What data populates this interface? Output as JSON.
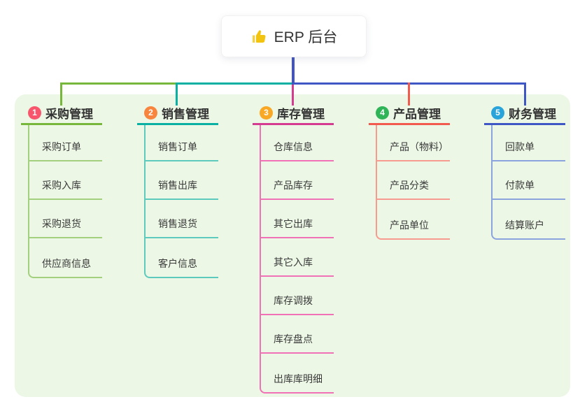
{
  "root": {
    "icon": "thumbs-up",
    "icon_color": "#f2c40f",
    "label": "ERP 后台",
    "line_color": "#4254c5"
  },
  "panel": {
    "bg": "#ecf7e5"
  },
  "branches": [
    {
      "num": "1",
      "label": "采购管理",
      "badge_color": "#f8566c",
      "line_color": "#76b73c",
      "sub_line_color": "#a2d07e",
      "items": [
        "采购订单",
        "采购入库",
        "采购退货",
        "供应商信息"
      ]
    },
    {
      "num": "2",
      "label": "销售管理",
      "badge_color": "#f8853e",
      "line_color": "#0ab0a2",
      "sub_line_color": "#5ec9bd",
      "items": [
        "销售订单",
        "销售出库",
        "销售退货",
        "客户信息"
      ]
    },
    {
      "num": "3",
      "label": "库存管理",
      "badge_color": "#f9a825",
      "line_color": "#d63b92",
      "sub_line_color": "#f071b5",
      "items": [
        "仓库信息",
        "产品库存",
        "其它出库",
        "其它入库",
        "库存调拨",
        "库存盘点",
        "出库库明细"
      ]
    },
    {
      "num": "4",
      "label": "产品管理",
      "badge_color": "#2fb457",
      "line_color": "#f15a4d",
      "sub_line_color": "#f79b90",
      "items": [
        "产品（物料）",
        "产品分类",
        "产品单位"
      ]
    },
    {
      "num": "5",
      "label": "财务管理",
      "badge_color": "#29a4db",
      "line_color": "#3e57c4",
      "sub_line_color": "#8ca4dd",
      "items": [
        "回款单",
        "付款单",
        "结算账户"
      ]
    }
  ]
}
